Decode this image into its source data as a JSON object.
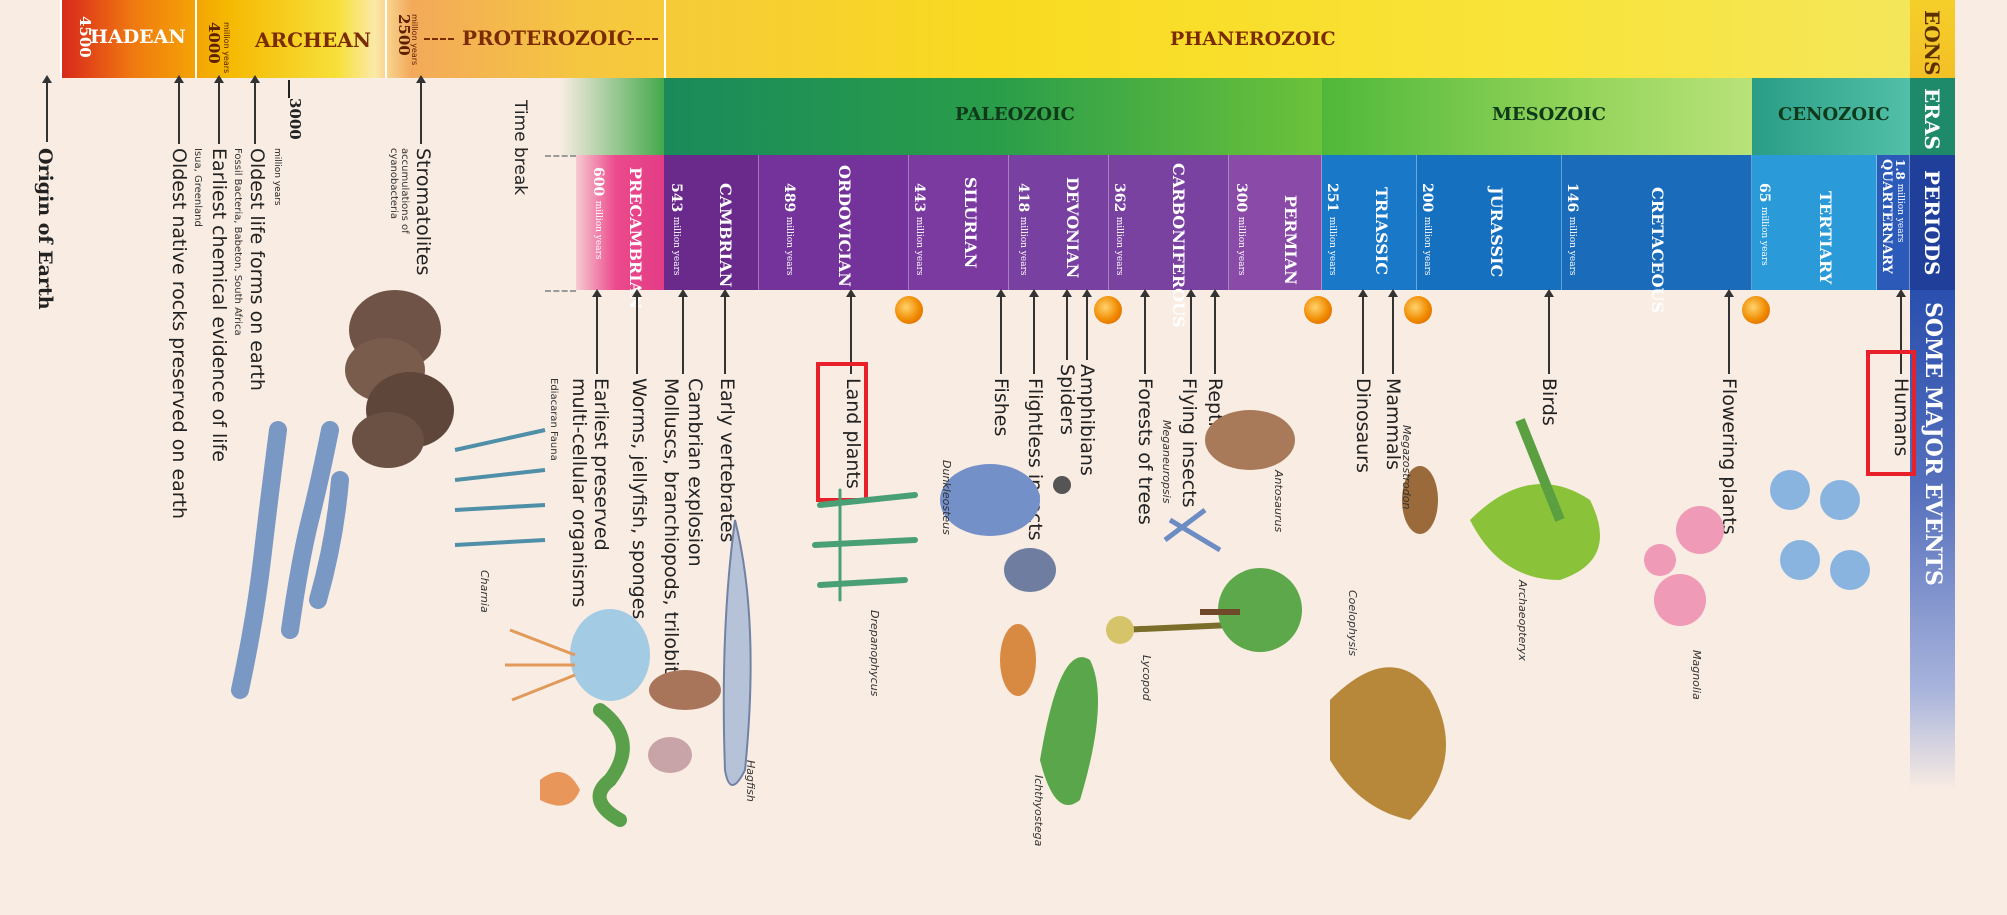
{
  "eons": {
    "hadean": {
      "date": "4500",
      "unit": "million years",
      "label": "HADEAN"
    },
    "archean": {
      "date": "4000",
      "unit": "million years",
      "label": "ARCHEAN"
    },
    "archean_mid": {
      "date": "3000",
      "unit": "million years"
    },
    "proterozoic": {
      "date": "2500",
      "unit": "million years",
      "label": "PROTEROZOIC"
    },
    "phanerozoic": {
      "label": "PHANEROZOIC"
    }
  },
  "eras": {
    "paleozoic": "PALEOZOIC",
    "mesozoic": "MESOZOIC",
    "cenozoic": "CENOZOIC"
  },
  "time_break": "Time break",
  "periods": [
    {
      "name": "PRECAMBRIAN",
      "date": "600",
      "unit": "million years"
    },
    {
      "name": "CAMBRIAN",
      "date": "543",
      "unit": "million years"
    },
    {
      "name": "ORDOVICIAN",
      "date": "489",
      "unit": "million years"
    },
    {
      "name": "SILURIAN",
      "date": "443",
      "unit": "million years"
    },
    {
      "name": "DEVONIAN",
      "date": "418",
      "unit": "million years"
    },
    {
      "name": "CARBONIFEROUS",
      "date": "362",
      "unit": "million years"
    },
    {
      "name": "PERMIAN",
      "date": "300",
      "unit": "million years"
    },
    {
      "name": "TRIASSIC",
      "date": "251",
      "unit": "million years"
    },
    {
      "name": "JURASSIC",
      "date": "200",
      "unit": "million years"
    },
    {
      "name": "CRETACEOUS",
      "date": "146",
      "unit": "million years"
    },
    {
      "name": "TERTIARY",
      "date": "65",
      "unit": "million years"
    },
    {
      "name": "QUARTERNARY",
      "date": "1.8",
      "unit": "million years"
    }
  ],
  "side_headers": {
    "eons": "EONS",
    "eras": "ERAS",
    "periods": "PERIODS",
    "events": "SOME MAJOR EVENTS"
  },
  "events": {
    "origin": "Origin of Earth",
    "oldest_rocks": "Oldest native rocks preserved on earth",
    "earliest_chem": "Earliest chemical evidence of life",
    "earliest_chem_note": "Isua, Greenland",
    "oldest_life": "Oldest life forms on earth",
    "oldest_life_note": "Fossil Bacteria, Babeton, South Africa",
    "stromatolites": "Stromatolites",
    "stromatolites_note": "accumulations of cyanobacteria",
    "multicellular_1": "Earliest preserved",
    "multicellular_2": "multi-cellular organisms",
    "ediacaran": "Ediacaran Fauna",
    "worms": "Worms, jellyfish, sponges",
    "cambrian_1": "Cambrian explosion",
    "cambrian_2": "Molluscs, branchiopods, trilobites",
    "vertebrates": "Early vertebrates",
    "land_plants": "Land plants",
    "fishes": "Fishes",
    "flightless": "Flightless insects",
    "spiders": "Spiders",
    "amphibians": "Amphibians",
    "forests": "Forests of trees",
    "flying": "Flying insects",
    "reptiles": "Reptiles",
    "dinosaurs": "Dinosaurs",
    "mammals": "Mammals",
    "birds": "Birds",
    "flowering": "Flowering plants",
    "humans": "Humans"
  },
  "species": {
    "charnia": "Charnia",
    "hagfish": "Hagfish",
    "drepanophycus": "Drepanophycus",
    "dunkleosteus": "Dunkleosteus",
    "ichthyostega": "Ichthyostega",
    "lycopod": "Lycopod",
    "meganeuropsis": "Meganeuropsis",
    "antosaurus": "Antosaurus",
    "coelophysis": "Coelophysis",
    "megazostrodon": "Megazostrodon",
    "archaeopteryx": "Archaeopteryx",
    "magnolia": "Magnolia"
  },
  "colors": {
    "highlight": "#e8202a",
    "background": "#f9ece3"
  }
}
